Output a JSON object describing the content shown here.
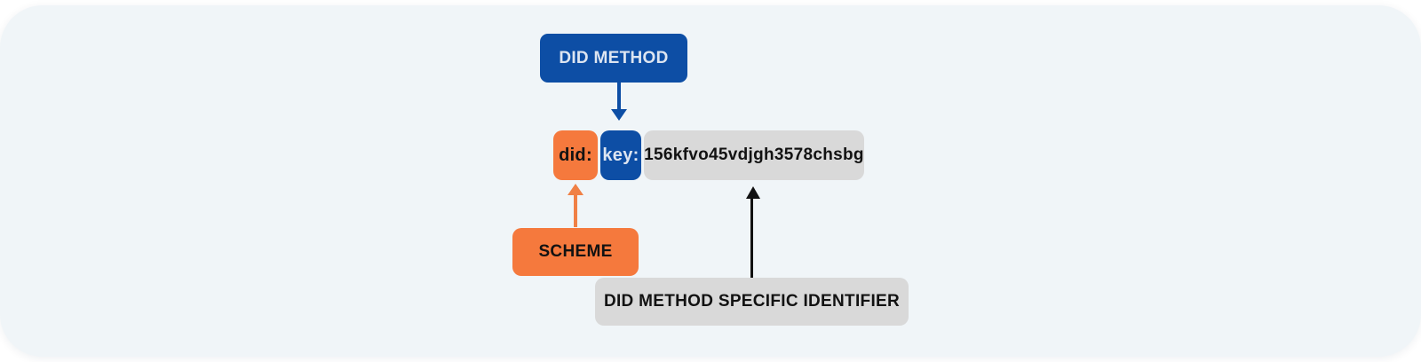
{
  "colors": {
    "page-bg": "#ffffff",
    "canvas-bg": "#f0f5f8",
    "blue": "#0d4ea5",
    "orange": "#f5793d",
    "orange-arrow": "#f08045",
    "gray": "#d9d9d9",
    "light-text": "#dde5f1",
    "dark-text": "#121212",
    "black": "#111111"
  },
  "diagram": {
    "did_method": {
      "label": "DID METHOD"
    },
    "scheme": {
      "label": "SCHEME"
    },
    "method_specific_identifier": {
      "label": "DID METHOD SPECIFIC IDENTIFIER"
    },
    "did_string": {
      "scheme": "did:",
      "method": "key:",
      "identifier": "156kfvo45vdjgh3578chsbg"
    },
    "arrows": {
      "did_method_pointer": {
        "direction": "down",
        "color": "#0d4ea5",
        "from": "DID METHOD",
        "to": "key:"
      },
      "scheme_pointer": {
        "direction": "up",
        "color": "#f08045",
        "from": "SCHEME",
        "to": "did:"
      },
      "identifier_pointer": {
        "direction": "up",
        "color": "#111111",
        "from": "DID METHOD SPECIFIC IDENTIFIER",
        "to": "156kfvo45vdjgh3578chsbg"
      }
    }
  }
}
